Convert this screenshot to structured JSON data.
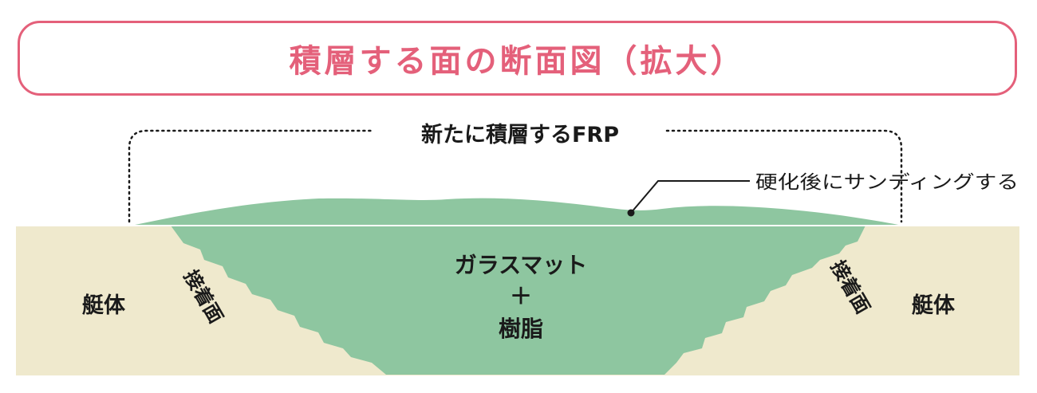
{
  "title": "積層する面の断面図（拡大）",
  "labels": {
    "new_frp": "新たに積層するFRP",
    "sanding_note": "硬化後にサンディングする",
    "hull_left": "艇体",
    "hull_right": "艇体",
    "bond_left": "接着面",
    "bond_right": "接着面",
    "center_line1": "ガラスマット",
    "center_plus": "＋",
    "center_line2": "樹脂"
  },
  "colors": {
    "accent": "#e4607a",
    "hull": "#efe9cd",
    "frp": "#8ec6a0",
    "text": "#1a1a1a"
  }
}
